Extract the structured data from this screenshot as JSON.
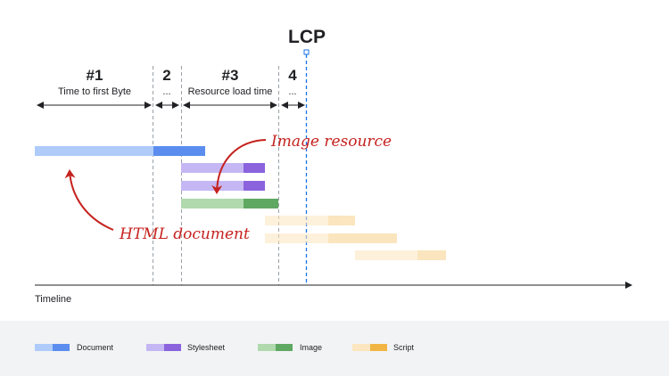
{
  "lcp_label": "LCP",
  "segments": [
    {
      "number": "#1",
      "label": "Time to first Byte"
    },
    {
      "number": "2",
      "label": "..."
    },
    {
      "number": "#3",
      "label": "Resource load time"
    },
    {
      "number": "4",
      "label": "..."
    }
  ],
  "annotations": {
    "image": "Image resource",
    "html": "HTML document"
  },
  "axis_label": "Timeline",
  "legend": [
    {
      "label": "Document",
      "light": "#aecbfa",
      "dark": "#5b8def"
    },
    {
      "label": "Stylesheet",
      "light": "#c5b7f3",
      "dark": "#8a63dd"
    },
    {
      "label": "Image",
      "light": "#b0d9ae",
      "dark": "#5fa862"
    },
    {
      "label": "Script",
      "light": "#fce6bf",
      "dark": "#f2b544"
    }
  ],
  "colors": {
    "annotation": "#c5221f",
    "lcp_marker": "#1a73e8",
    "phase_divider": "#9aa0a6",
    "legend_band": "#f1f3f4"
  }
}
